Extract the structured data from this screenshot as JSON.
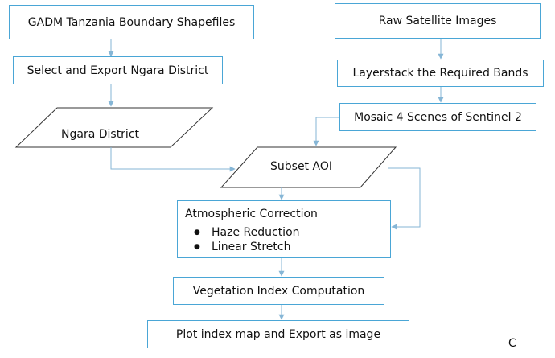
{
  "nodes": {
    "gadm": "GADM Tanzania Boundary Shapefiles",
    "raw": "Raw Satellite Images",
    "select": "Select and Export Ngara District",
    "layerstack": "Layerstack the Required Bands",
    "ngara": "Ngara District",
    "mosaic": "Mosaic 4 Scenes of Sentinel 2",
    "subset": "Subset AOI",
    "atmo_title": "Atmospheric Correction",
    "atmo_items": [
      "Haze Reduction",
      "Linear Stretch"
    ],
    "vegetation": "Vegetation Index Computation",
    "plot": "Plot index map and Export as image"
  },
  "corner_label": "C",
  "colors": {
    "box_border": "#4aa6d6",
    "connector": "#86b6d6"
  }
}
